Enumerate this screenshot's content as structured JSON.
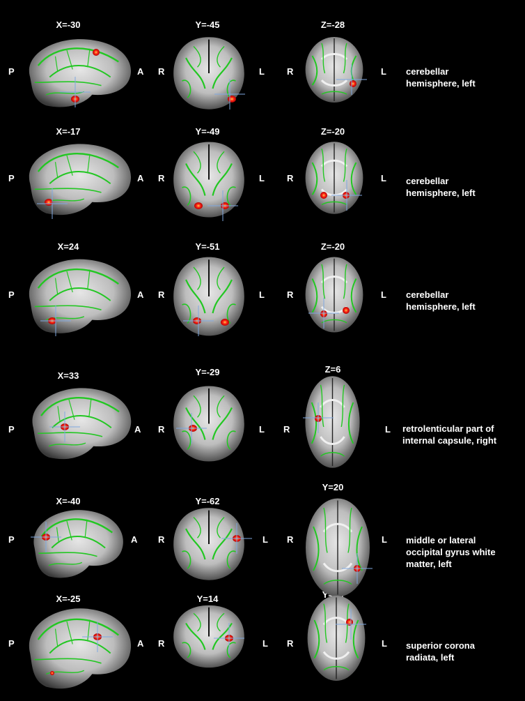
{
  "rows": [
    {
      "coords": [
        "X=-30",
        "Y=-45",
        "Z=-28"
      ],
      "orient": [
        "P",
        "A",
        "R",
        "L",
        "R",
        "L"
      ],
      "label": "cerebellar\nhemisphere, left"
    },
    {
      "coords": [
        "X=-17",
        "Y=-49",
        "Z=-20"
      ],
      "orient": [
        "P",
        "A",
        "R",
        "L",
        "R",
        "L"
      ],
      "label": "cerebellar\nhemisphere, left"
    },
    {
      "coords": [
        "X=24",
        "Y=-51",
        "Z=-20"
      ],
      "orient": [
        "P",
        "A",
        "R",
        "L",
        "R",
        "L"
      ],
      "label": "cerebellar\nhemisphere, left"
    },
    {
      "coords": [
        "X=33",
        "Y=-29",
        "Z=6"
      ],
      "orient": [
        "P",
        "A",
        "R",
        "L",
        "R",
        "L"
      ],
      "label": "retrolenticular part of\ninternal capsule, right"
    },
    {
      "coords": [
        "X=-40",
        "Y=-62",
        "Y=20"
      ],
      "orient": [
        "P",
        "A",
        "R",
        "L",
        "R",
        "L"
      ],
      "label": "middle or lateral\noccipital gyrus white\nmatter, left"
    },
    {
      "coords": [
        "X=-25",
        "Y=14",
        "Y=28"
      ],
      "orient": [
        "P",
        "A",
        "R",
        "L",
        "R",
        "L"
      ],
      "label": "superior corona\nradiata, left"
    }
  ],
  "colors": {
    "background": "#000000",
    "brain_tissue": "#bdbdbd",
    "white_matter_skeleton": "#22c722",
    "activation_cluster": "#ff2a1a",
    "crosshair": "#7fa8e0"
  }
}
